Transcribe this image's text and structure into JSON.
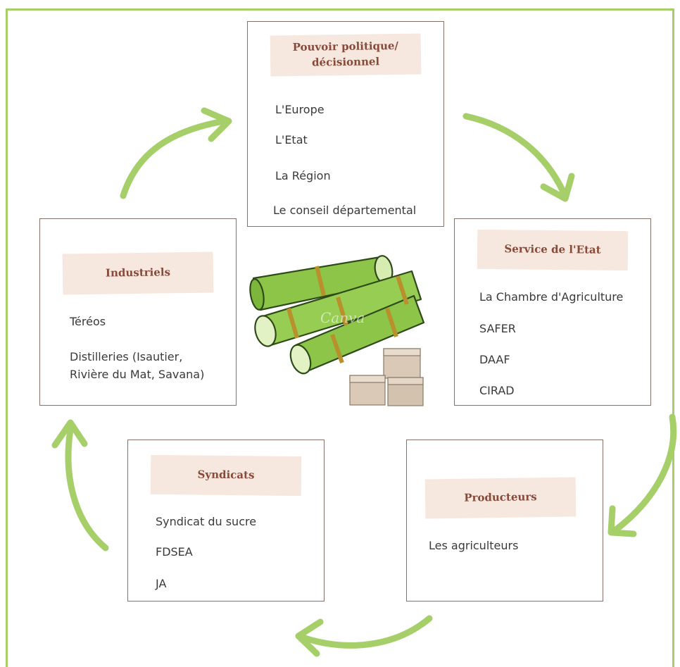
{
  "colors": {
    "arrow": "#a6cf6a",
    "frame": "#a6cf6a",
    "banner": "#f7e8df",
    "card_border": "#8a7068",
    "title": "#8a4a3a"
  },
  "watermark": "Canva",
  "boxes": {
    "pouvoir": {
      "title": "Pouvoir politique/\ndécisionnel",
      "items": [
        "L'Europe",
        "L'Etat",
        "La Région",
        "Le conseil départemental"
      ]
    },
    "service": {
      "title": "Service de l'Etat",
      "items": [
        "La Chambre d'Agriculture",
        "SAFER",
        "DAAF",
        "CIRAD"
      ]
    },
    "producteurs": {
      "title": "Producteurs",
      "items": [
        "Les agriculteurs"
      ]
    },
    "syndicats": {
      "title": "Syndicats",
      "items": [
        "Syndicat du sucre",
        "FDSEA",
        "JA"
      ]
    },
    "industriels": {
      "title": "Industriels",
      "items": [
        "Téréos",
        "Distilleries (Isautier,\nRivière du Mat, Savana)"
      ]
    }
  }
}
